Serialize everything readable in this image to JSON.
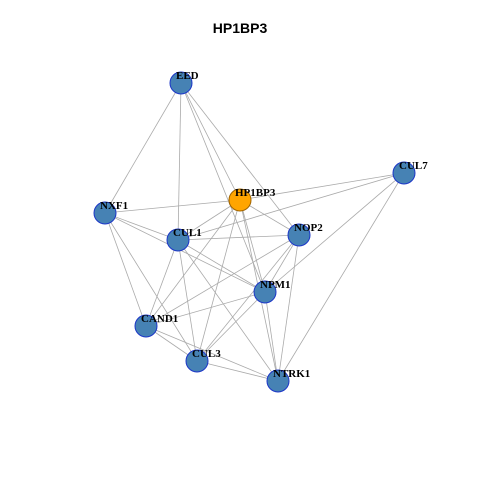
{
  "title": "HP1BP3",
  "colors": {
    "node_fill": "#4682b4",
    "node_stroke": "#1c36c8",
    "center_fill": "#ffa500",
    "center_stroke": "#a06400",
    "edge": "#aaaaaa"
  },
  "network": {
    "nodes": [
      {
        "id": "EED",
        "label": "EED",
        "center": false
      },
      {
        "id": "CUL7",
        "label": "CUL7",
        "center": false
      },
      {
        "id": "HP1BP3",
        "label": "HP1BP3",
        "center": true
      },
      {
        "id": "NXF1",
        "label": "NXF1",
        "center": false
      },
      {
        "id": "CUL1",
        "label": "CUL1",
        "center": false
      },
      {
        "id": "NOP2",
        "label": "NOP2",
        "center": false
      },
      {
        "id": "NPM1",
        "label": "NPM1",
        "center": false
      },
      {
        "id": "CAND1",
        "label": "CAND1",
        "center": false
      },
      {
        "id": "CUL3",
        "label": "CUL3",
        "center": false
      },
      {
        "id": "NTRK1",
        "label": "NTRK1",
        "center": false
      }
    ],
    "edges": [
      [
        "EED",
        "NXF1"
      ],
      [
        "EED",
        "CUL1"
      ],
      [
        "EED",
        "HP1BP3"
      ],
      [
        "EED",
        "NOP2"
      ],
      [
        "EED",
        "NPM1"
      ],
      [
        "HP1BP3",
        "NXF1"
      ],
      [
        "HP1BP3",
        "CUL7"
      ],
      [
        "HP1BP3",
        "NOP2"
      ],
      [
        "HP1BP3",
        "CUL1"
      ],
      [
        "HP1BP3",
        "NPM1"
      ],
      [
        "HP1BP3",
        "CAND1"
      ],
      [
        "HP1BP3",
        "CUL3"
      ],
      [
        "HP1BP3",
        "NTRK1"
      ],
      [
        "CUL7",
        "CUL1"
      ],
      [
        "CUL7",
        "NPM1"
      ],
      [
        "CUL7",
        "NTRK1"
      ],
      [
        "NXF1",
        "CUL1"
      ],
      [
        "NXF1",
        "CAND1"
      ],
      [
        "NXF1",
        "CUL3"
      ],
      [
        "NXF1",
        "NPM1"
      ],
      [
        "CUL1",
        "NOP2"
      ],
      [
        "CUL1",
        "NPM1"
      ],
      [
        "CUL1",
        "CAND1"
      ],
      [
        "CUL1",
        "CUL3"
      ],
      [
        "CUL1",
        "NTRK1"
      ],
      [
        "NOP2",
        "NPM1"
      ],
      [
        "NOP2",
        "CAND1"
      ],
      [
        "NOP2",
        "CUL3"
      ],
      [
        "NOP2",
        "NTRK1"
      ],
      [
        "NPM1",
        "CAND1"
      ],
      [
        "NPM1",
        "CUL3"
      ],
      [
        "NPM1",
        "NTRK1"
      ],
      [
        "CAND1",
        "CUL3"
      ],
      [
        "CAND1",
        "NTRK1"
      ],
      [
        "CUL3",
        "NTRK1"
      ]
    ]
  }
}
